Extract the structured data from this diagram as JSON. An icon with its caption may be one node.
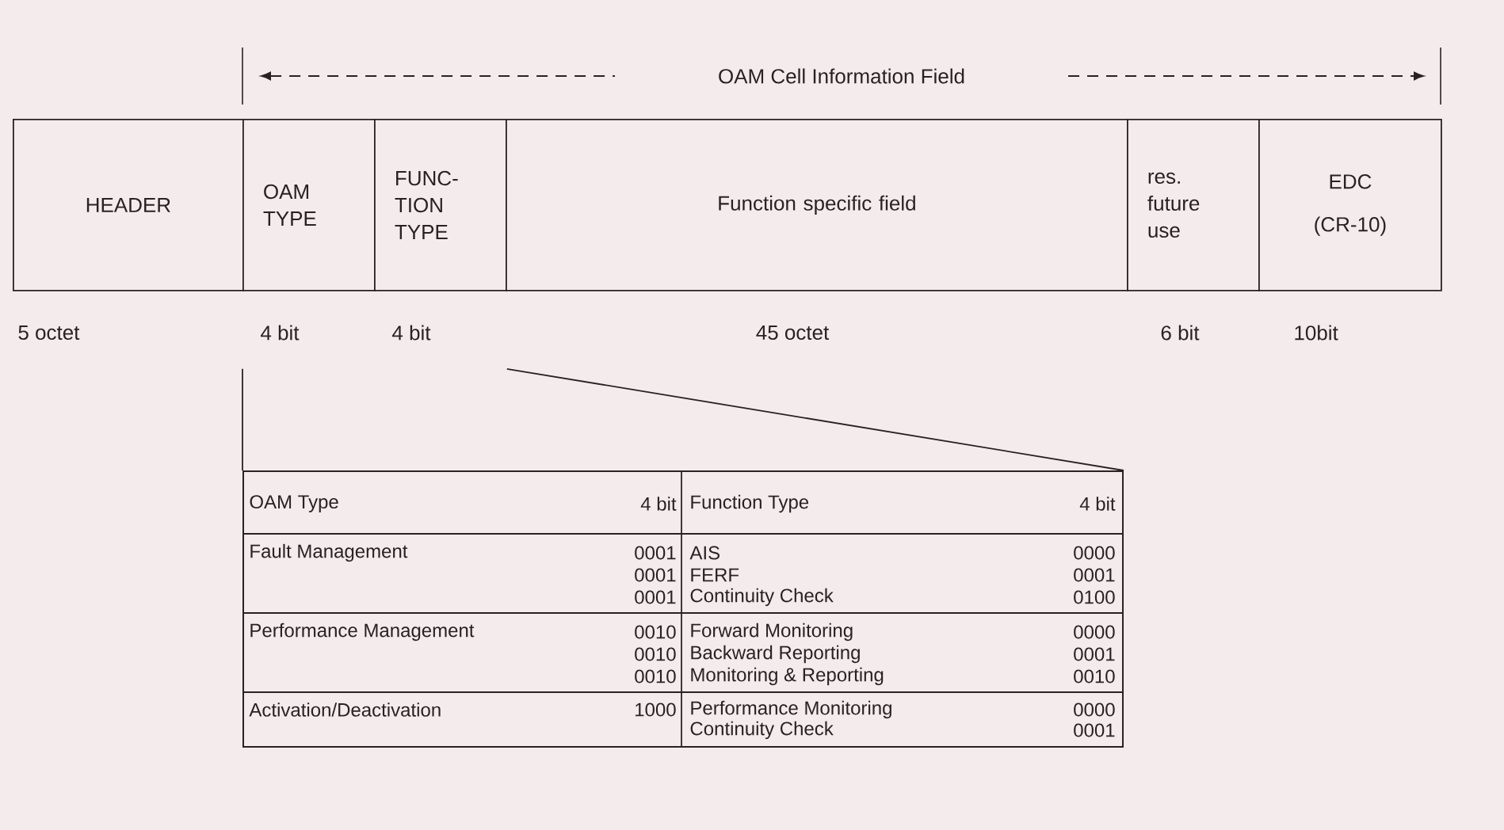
{
  "diagram": {
    "nodes": [
      {
        "text": [
          "HEADER"
        ]
      },
      {
        "text": [
          "OAM TYPE"
        ]
      },
      {
        "text": [
          "FUNC- TION TYPE"
        ]
      },
      {
        "text": [
          "Function specific field"
        ]
      },
      {
        "text": [
          "res. future use"
        ]
      },
      {
        "text": [
          "EDC",
          "(CR-10)"
        ]
      },
      {
        "text": [],
        "shape": "box"
      }
    ],
    "edges": [
      {
        "from": 1,
        "to": 6,
        "arrow": "none"
      },
      {
        "from": 2,
        "to": 6,
        "arrow": "none"
      }
    ],
    "labels": [
      "OAM Cell Information Field",
      "5 octet",
      "4 bit",
      "4 bit",
      "45 octet",
      "6 bit",
      "10bit",
      "OAM Type",
      "4 bit",
      "Function Type",
      "4 bit",
      "Fault Management",
      "0001",
      "AIS",
      "0000",
      "0001",
      "FERF",
      "0001",
      "0001",
      "Continuity Check",
      "0100",
      "Performance Management",
      "0010",
      "Forward Monitoring",
      "0000",
      "0010",
      "Backward Reporting",
      "0001",
      "0010",
      "Monitoring & Reporting",
      "0010",
      "Activation/Deactivation",
      "1000",
      "Performance Monitoring",
      "0000",
      "Continuity Check",
      "0001"
    ]
  }
}
